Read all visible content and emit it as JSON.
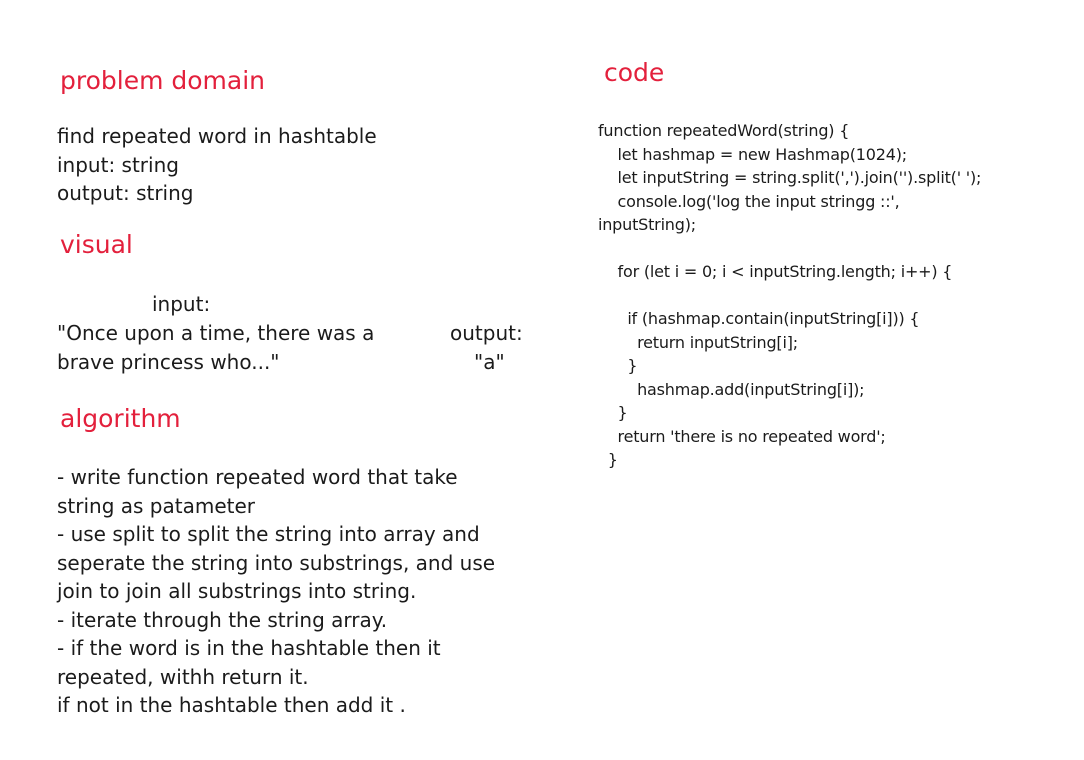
{
  "problem": {
    "heading": "problem domain",
    "lines": [
      "find repeated word in hashtable",
      "input: string",
      "output: string"
    ]
  },
  "visual": {
    "heading": "visual",
    "input_label": "input:",
    "input_lines": [
      "\"Once upon a time, there was a",
      "brave princess who...\""
    ],
    "output_label": "output:",
    "output_value": "\"a\""
  },
  "algorithm": {
    "heading": "algorithm",
    "lines": [
      "- write function repeated word that take",
      "string as patameter",
      "- use split to split the string into array and",
      "seperate the string into substrings, and use",
      "join to join all substrings into string.",
      "- iterate through the string array.",
      "- if the word is in the hashtable then it",
      "repeated, withh return it.",
      "if not in the hashtable then add it ."
    ]
  },
  "code": {
    "heading": "code",
    "lines": [
      "function repeatedWord(string) {",
      "    let hashmap = new Hashmap(1024);",
      "    let inputString = string.split(',').join('').split(' ');",
      "    console.log('log the input stringg ::',",
      "inputString);",
      "",
      "    for (let i = 0; i < inputString.length; i++) {",
      "",
      "      if (hashmap.contain(inputString[i])) {",
      "        return inputString[i];",
      "      }",
      "        hashmap.add(inputString[i]);",
      "    }",
      "    return 'there is no repeated word';",
      "  }"
    ]
  }
}
